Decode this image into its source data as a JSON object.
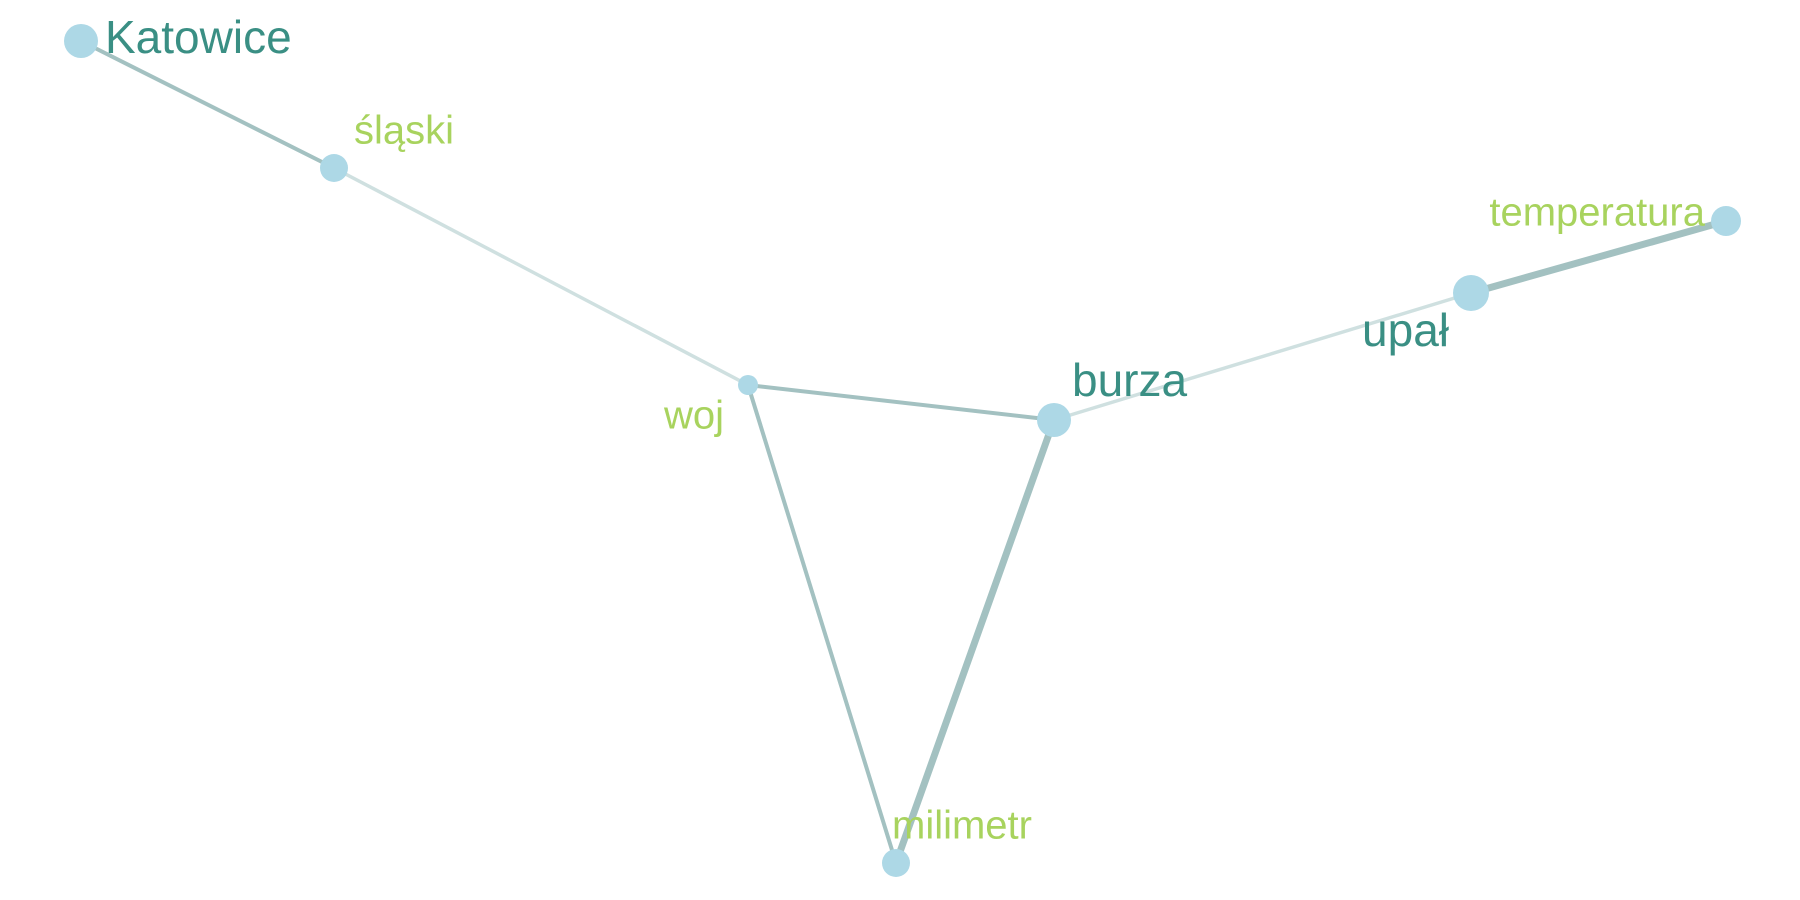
{
  "colors": {
    "background": "#ffffff",
    "node_fill": "#add8e6",
    "edge_dark": "#a3c1c1",
    "edge_light": "#cfe0e0",
    "label_primary": "#3a8f84",
    "label_secondary": "#a8d35e"
  },
  "graph": {
    "nodes": [
      {
        "id": "katowice",
        "label": "Katowice",
        "group": "primary"
      },
      {
        "id": "slaski",
        "label": "śląski",
        "group": "secondary"
      },
      {
        "id": "woj",
        "label": "woj",
        "group": "secondary"
      },
      {
        "id": "burza",
        "label": "burza",
        "group": "primary"
      },
      {
        "id": "upal",
        "label": "upał",
        "group": "primary"
      },
      {
        "id": "temperatura",
        "label": "temperatura",
        "group": "secondary"
      },
      {
        "id": "milimetr",
        "label": "milimetr",
        "group": "secondary"
      }
    ],
    "edges": [
      {
        "source": "katowice",
        "target": "slaski",
        "strength": "strong"
      },
      {
        "source": "slaski",
        "target": "woj",
        "strength": "weak"
      },
      {
        "source": "woj",
        "target": "burza",
        "strength": "strong"
      },
      {
        "source": "woj",
        "target": "milimetr",
        "strength": "strong"
      },
      {
        "source": "burza",
        "target": "milimetr",
        "strength": "very-strong"
      },
      {
        "source": "burza",
        "target": "upal",
        "strength": "weak"
      },
      {
        "source": "upal",
        "target": "temperatura",
        "strength": "very-strong"
      }
    ]
  }
}
